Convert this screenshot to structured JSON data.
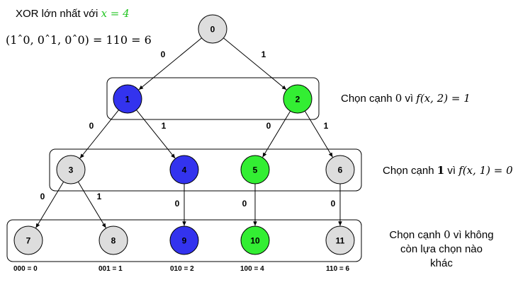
{
  "header": {
    "title_text": "XOR lớn nhất với",
    "title_math": "x = 4",
    "formula": "(1ˆ0, 0ˆ1, 0ˆ0) = 110 = 6"
  },
  "colors": {
    "gray": "#dddddd",
    "blue": "#3333ee",
    "green": "#33ee33",
    "title_accent": "#22c522",
    "stroke": "#000000"
  },
  "nodes": [
    {
      "id": "0",
      "label": "0",
      "fill": "gray"
    },
    {
      "id": "1",
      "label": "1",
      "fill": "blue"
    },
    {
      "id": "2",
      "label": "2",
      "fill": "green"
    },
    {
      "id": "3",
      "label": "3",
      "fill": "gray"
    },
    {
      "id": "4",
      "label": "4",
      "fill": "blue"
    },
    {
      "id": "5",
      "label": "5",
      "fill": "green"
    },
    {
      "id": "6",
      "label": "6",
      "fill": "gray"
    },
    {
      "id": "7",
      "label": "7",
      "fill": "gray"
    },
    {
      "id": "8",
      "label": "8",
      "fill": "gray"
    },
    {
      "id": "9",
      "label": "9",
      "fill": "blue"
    },
    {
      "id": "10",
      "label": "10",
      "fill": "green"
    },
    {
      "id": "11",
      "label": "11",
      "fill": "gray"
    }
  ],
  "edges": [
    {
      "from": "0",
      "to": "1",
      "label": "0"
    },
    {
      "from": "0",
      "to": "2",
      "label": "1"
    },
    {
      "from": "1",
      "to": "3",
      "label": "0"
    },
    {
      "from": "1",
      "to": "4",
      "label": "1"
    },
    {
      "from": "2",
      "to": "5",
      "label": "0"
    },
    {
      "from": "2",
      "to": "6",
      "label": "1"
    },
    {
      "from": "3",
      "to": "7",
      "label": "0"
    },
    {
      "from": "3",
      "to": "8",
      "label": "1"
    },
    {
      "from": "4",
      "to": "9",
      "label": "0"
    },
    {
      "from": "5",
      "to": "10",
      "label": "0"
    },
    {
      "from": "6",
      "to": "11",
      "label": "0"
    }
  ],
  "notes": {
    "level1_text": "Chọn cạnh",
    "level1_bit": "0",
    "level1_mid": "vì",
    "level1_math": "f(x, 2) = 1",
    "level2_text": "Chọn cạnh",
    "level2_bit": "1",
    "level2_mid": "vì",
    "level2_math": "f(x, 1) = 0",
    "level3_text": "Chọn cạnh",
    "level3_bit": "0",
    "level3_rest": "vì không còn lựa chọn nào khác"
  },
  "leaf_labels": [
    "000 = 0",
    "001 = 1",
    "010 = 2",
    "100 = 4",
    "110 = 6"
  ]
}
